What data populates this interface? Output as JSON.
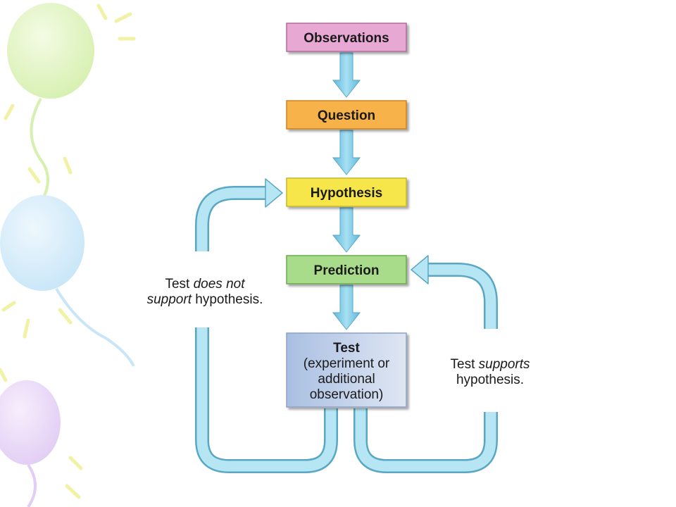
{
  "steps": {
    "observations": "Observations",
    "question": "Question",
    "hypothesis": "Hypothesis",
    "prediction": "Prediction",
    "test_title": "Test",
    "test_line1": "(experiment or",
    "test_line2": "additional",
    "test_line3": "observation)"
  },
  "feedback": {
    "not_support_pre": "Test ",
    "not_support_em1": "does not",
    "not_support_em2": "support",
    "not_support_post": " hypothesis.",
    "supports_pre": "Test ",
    "supports_em": "supports",
    "supports_post": "hypothesis."
  },
  "colors": {
    "observations": "#e8a8d4",
    "question": "#f7b24a",
    "hypothesis": "#f7e64a",
    "prediction": "#a8dc8a",
    "test": "#b7c8e6",
    "arrow": "#7ccde8",
    "arrow_edge": "#5aa7c4"
  }
}
